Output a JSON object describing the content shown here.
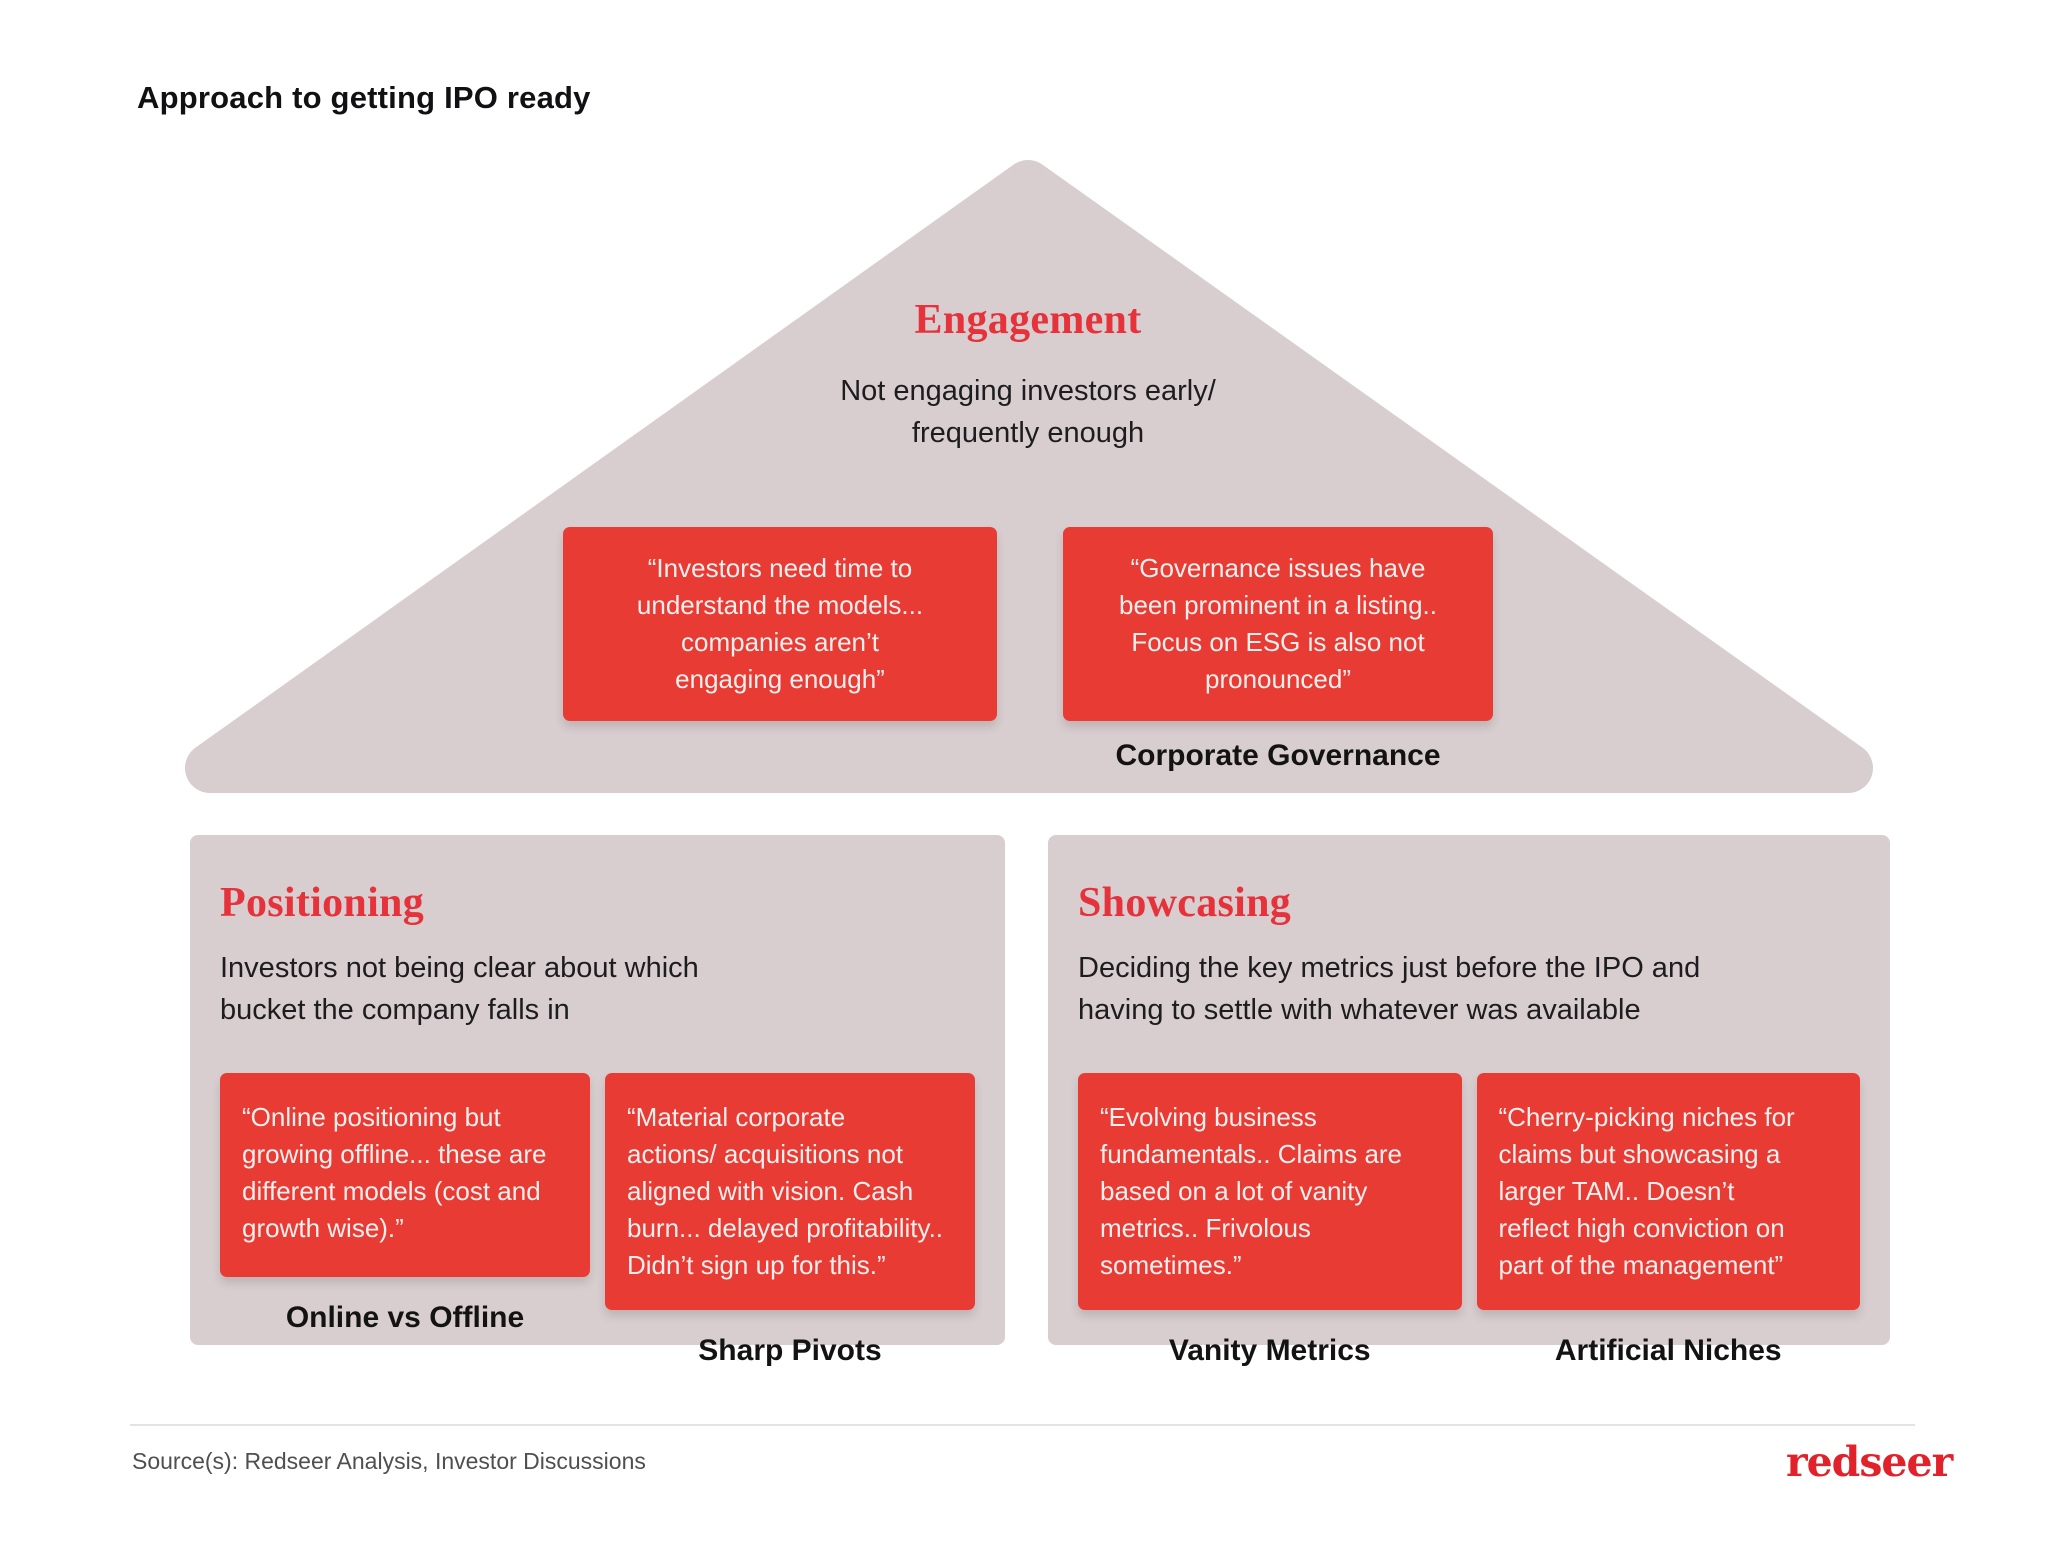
{
  "page": {
    "title": "Approach to getting IPO ready",
    "source": "Source(s): Redseer Analysis, Investor Discussions",
    "logo_text": "redseer"
  },
  "colors": {
    "shape_mauve": "#d8ced0",
    "quote_red": "#e83b33",
    "heading_red": "#e5323b",
    "logo_red": "#e2222b",
    "body_text": "#1d1d1f"
  },
  "pyramid": {
    "title": "Engagement",
    "subtitle": "Not engaging investors early/\nfrequently enough",
    "quotes": [
      {
        "text": "“Investors need time to\nunderstand the models...\ncompanies aren’t\nengaging enough”",
        "label": ""
      },
      {
        "text": "“Governance issues have\nbeen prominent in a listing..\nFocus on ESG is also not\npronounced”",
        "label": "Corporate Governance"
      }
    ]
  },
  "sections": [
    {
      "title": "Positioning",
      "subtitle": "Investors not being clear about which\nbucket the company falls in",
      "quotes": [
        {
          "text": "“Online positioning but\ngrowing offline... these are\ndifferent models (cost and\ngrowth wise).”",
          "label": "Online vs Offline"
        },
        {
          "text": "“Material corporate\nactions/ acquisitions not\naligned with vision. Cash\nburn... delayed profitability..\nDidn’t sign up for this.”",
          "label": "Sharp Pivots"
        }
      ]
    },
    {
      "title": "Showcasing",
      "subtitle": "Deciding the key metrics just before the IPO and\nhaving to settle with whatever was available",
      "quotes": [
        {
          "text": "“Evolving business\nfundamentals.. Claims are\nbased on a lot of vanity\nmetrics.. Frivolous\nsometimes.”",
          "label": "Vanity Metrics"
        },
        {
          "text": "“Cherry-picking niches for\nclaims but showcasing a\nlarger TAM.. Doesn’t\nreflect high conviction on\npart of the management”",
          "label": "Artificial Niches"
        }
      ]
    }
  ]
}
